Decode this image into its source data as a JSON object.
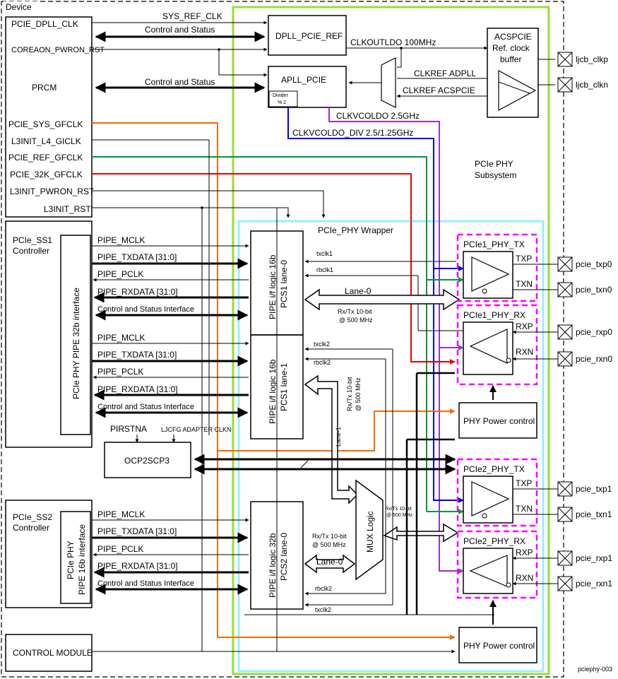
{
  "colors": {
    "green_frame": "#99dd33",
    "cyan_frame": "#99eeff",
    "magenta_dash": "#ff00ff",
    "orange": "#ff6600",
    "green_line": "#009933",
    "red_line": "#ee0000",
    "blue_line": "#0000ee",
    "purple_line": "#9933cc"
  },
  "device": {
    "title": "Device",
    "prcm": {
      "pcie_dpll_clk": "PCIE_DPLL_CLK",
      "coreaon_pwron_rst": "COREAON_PWRON_RST",
      "title": "PRCM",
      "pcie_sys_gfclk": "PCIE_SYS_GFCLK",
      "l3init_l4_giclk": "L3INIT_L4_GICLK",
      "pcie_ref_gfclk": "PCIE_REF_GFCLK",
      "pcie_32k_gfclk": "PCIE_32K_GFCLK",
      "l3init_pwron_rst": "L3INIT_PWRON_RST",
      "l3init_rst": "L3INIT_RST"
    },
    "sys_ref_clk": "SYS_REF_CLK",
    "control_and_status": "Control and Status",
    "dpll": "DPLL_PCIE_REF",
    "apll": "APLL_PCIE",
    "divider": "Divider",
    "divider_ratio": "% 2",
    "clkoutldo": "CLKOUTLDO 100MHz",
    "clkref_adpll": "CLKREF ADPLL",
    "clkref_acspcie": "CLKREF ACSPCIE",
    "acspcie_title": "ACSPCIE",
    "acspcie_line2": "Ref. clock",
    "acspcie_line3": "buffer",
    "ljcb_clkp": "ljcb_clkp",
    "ljcb_clkn": "ljcb_clkn",
    "clkvcoldo": "CLKVCOLDO 2.5GHz",
    "clkvcoldo_div": "CLKVCOLDO_DIV 2.5/1.25GHz",
    "phy_subsystem_1": "PCIe PHY",
    "phy_subsystem_2": "Subsystem",
    "wrapper": "PCIe_PHY Wrapper",
    "ss1": {
      "title1": "PCIe_SS1",
      "title2": "Controller",
      "interface": "PCIe PHY PIPE 32b interface",
      "lane0_signals": [
        "PIPE_MCLK",
        "PIPE_TXDATA [31:0]",
        "PIPE_PCLK",
        "PIPE_RXDATA [31:0]",
        "Control and Status Interface"
      ],
      "lane1_signals": [
        "PIPE_MCLK",
        "PIPE_TXDATA [31:0]",
        "PIPE_PCLK",
        "PIPE_RXDATA [31:0]",
        "Control and Status Interface"
      ],
      "pirstna": "PIRSTNA",
      "clkn": "LJCFG ADAPTER CLKN"
    },
    "pcs1_lane0": "PIPE i/f logic 16b",
    "pcs1_lane0_b": "PCS1 lane-0",
    "pcs1_lane1": "PIPE i/f logic 16b",
    "pcs1_lane1_b": "PCS1 lane-1",
    "txclk1": "txclk1",
    "rbclk1": "rbclk1",
    "lane0": "Lane-0",
    "rxtx_10bit": "Rx/Tx 10-bit",
    "at_500": "@ 500 MHz",
    "txclk2": "txclk2",
    "rbclk2": "rbclk2",
    "lane1": "Lane-1",
    "ocp2scp": "OCP2SCP3",
    "mux": "MUX Logic",
    "phy1_tx": "PCIe1_PHY_TX",
    "phy1_rx": "PCIe1_PHY_RX",
    "phy2_tx": "PCIe2_PHY_TX",
    "phy2_rx": "PCIe2_PHY_RX",
    "txp": "TXP",
    "txn": "TXN",
    "rxp": "RXP",
    "rxn": "RXN",
    "pcie_txp0": "pcie_txp0",
    "pcie_txn0": "pcie_txn0",
    "pcie_rxp0": "pcie_rxp0",
    "pcie_rxn0": "pcie_rxn0",
    "pcie_txp1": "pcie_txp1",
    "pcie_txn1": "pcie_txn1",
    "pcie_rxp1": "pcie_rxp1",
    "pcie_rxn1": "pcie_rxn1",
    "phy_power_control": "PHY Power control",
    "ss2": {
      "title1": "PCIe_SS2",
      "title2": "Controller",
      "interface1": "PCIe PHY",
      "interface2": "PIPE 16b interface",
      "signals": [
        "PIPE_MCLK",
        "PIPE_TXDATA [31:0]",
        "PIPE_PCLK",
        "PIPE_RXDATA [31:0]",
        "Control and Status Interface"
      ]
    },
    "pcs2_lane0": "PIPE i/f logic 32b",
    "pcs2_lane0_b": "PCS2 lane-0",
    "control_module": "CONTROL MODULE",
    "figure_id": "pciephy-003"
  }
}
